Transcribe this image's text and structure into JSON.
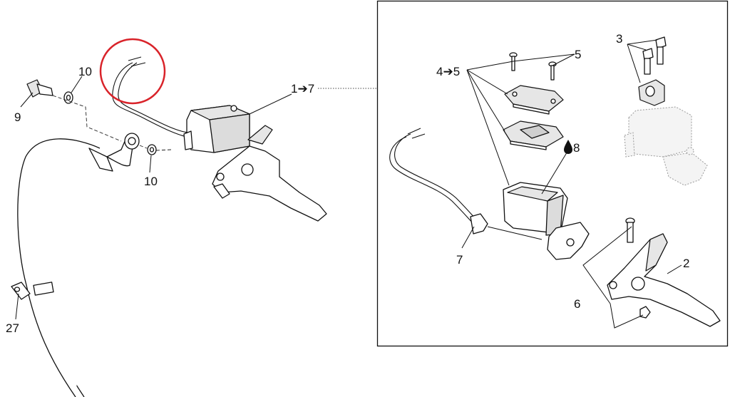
{
  "diagram": {
    "callouts": {
      "c9": "9",
      "c10_top": "10",
      "c10_bottom": "10",
      "c27": "27",
      "c1_7": "1➔7",
      "c4_5": "4➔5",
      "c5": "5",
      "c3": "3",
      "c8": "8",
      "c7": "7",
      "c2": "2",
      "c6": "6"
    },
    "highlight_color": "#d9232a",
    "fluid_icon": "oil-drop-icon"
  }
}
